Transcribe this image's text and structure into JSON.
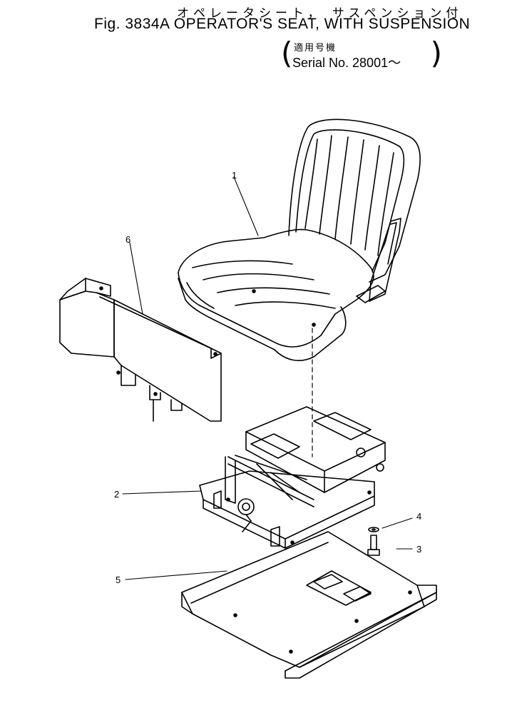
{
  "header": {
    "title_jp": "オペレータシート， サスペンション付",
    "title": "Fig. 3834A OPERATOR'S SEAT, WITH SUSPENSION",
    "serial_label_jp": "適用号機",
    "serial": "Serial No. 28001～"
  },
  "callouts": [
    {
      "id": "1",
      "label": "1"
    },
    {
      "id": "2",
      "label": "2"
    },
    {
      "id": "3",
      "label": "3"
    },
    {
      "id": "4",
      "label": "4"
    },
    {
      "id": "5",
      "label": "5"
    },
    {
      "id": "6",
      "label": "6"
    }
  ]
}
